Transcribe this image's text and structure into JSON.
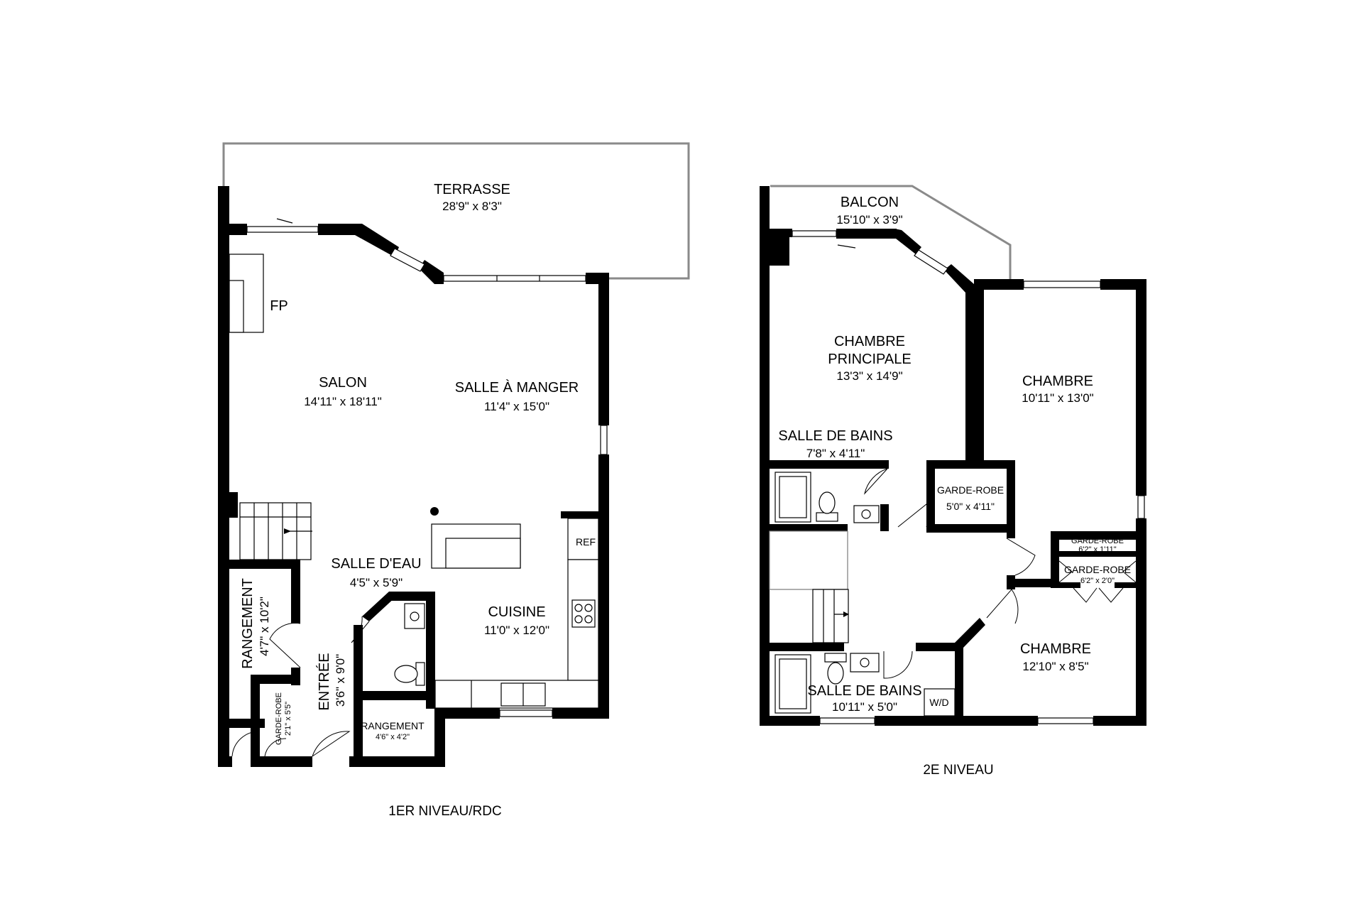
{
  "levels": [
    {
      "id": "level1",
      "label": "1ER NIVEAU/RDC"
    },
    {
      "id": "level2",
      "label": "2E NIVEAU"
    }
  ],
  "rooms": {
    "terrasse": {
      "name": "TERRASSE",
      "dim": "28'9\" x 8'3\""
    },
    "fp": {
      "name": "FP"
    },
    "salon": {
      "name": "SALON",
      "dim": "14'11\" x 18'11\""
    },
    "salle_a_manger": {
      "name": "SALLE À MANGER",
      "dim": "11'4\" x 15'0\""
    },
    "ref": {
      "name": "REF"
    },
    "salle_deau": {
      "name": "SALLE D'EAU",
      "dim": "4'5\" x 5'9\""
    },
    "cuisine": {
      "name": "CUISINE",
      "dim": "11'0\" x 12'0\""
    },
    "rangement_large": {
      "name": "RANGEMENT",
      "dim": "4'7\" x 10'2\""
    },
    "entree": {
      "name": "ENTRÉE",
      "dim": "3'6\" x 9'0\""
    },
    "garde_robe_entree": {
      "name": "GARDE-ROBE",
      "dim": "2'1\" x 5'5\""
    },
    "rangement_small": {
      "name": "RANGEMENT",
      "dim": "4'6\" x 4'2\""
    },
    "balcon": {
      "name": "BALCON",
      "dim": "15'10\" x 3'9\""
    },
    "chambre_principale": {
      "name_line1": "CHAMBRE",
      "name_line2": "PRINCIPALE",
      "dim": "13'3\" x 14'9\""
    },
    "chambre_1": {
      "name": "CHAMBRE",
      "dim": "10'11\" x 13'0\""
    },
    "salle_de_bains_1": {
      "name": "SALLE DE BAINS",
      "dim": "7'8\" x 4'11\""
    },
    "garde_robe_1": {
      "name": "GARDE-ROBE",
      "dim": "5'0\" x 4'11\""
    },
    "garde_robe_2": {
      "name": "GARDE-ROBE",
      "dim": "6'2\" x 1'11\""
    },
    "garde_robe_3": {
      "name": "GARDE-ROBE",
      "dim": "6'2\" x 2'0\""
    },
    "chambre_2": {
      "name": "CHAMBRE",
      "dim": "12'10\" x 8'5\""
    },
    "salle_de_bains_2": {
      "name": "SALLE DE BAINS",
      "dim": "10'11\" x 5'0\""
    },
    "wd": {
      "name": "W/D"
    }
  }
}
